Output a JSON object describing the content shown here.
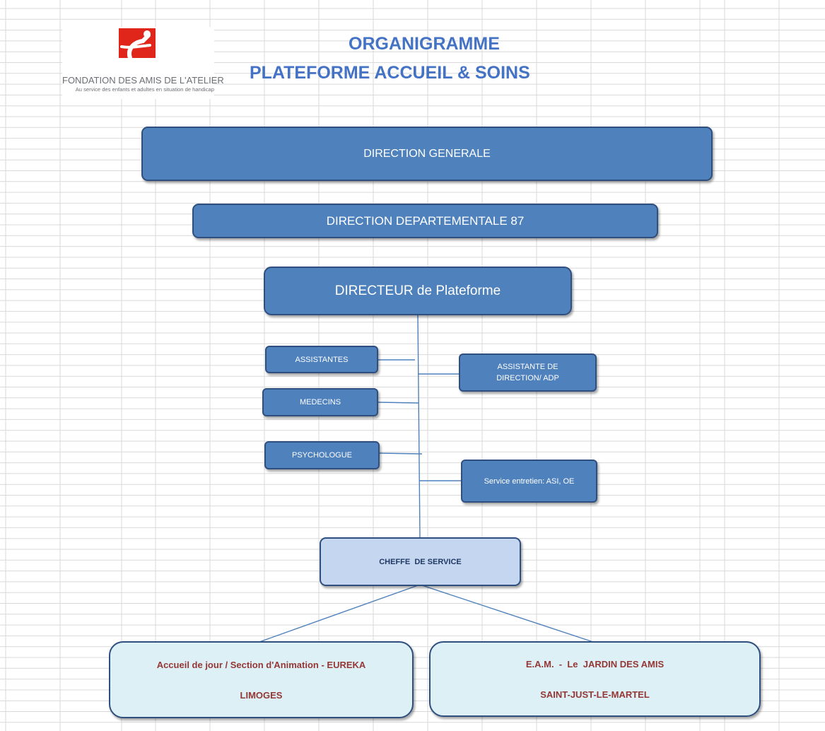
{
  "logo": {
    "org_name": "FONDATION DES AMIS DE L'ATELIER",
    "tagline": "Au service des enfants et adultes en situation de handicap",
    "colors": {
      "red": "#e0251b",
      "figure": "#ffffff",
      "text": "#6b6f74"
    }
  },
  "header": {
    "title_line1": "ORGANIGRAMME",
    "title_line2": "PLATEFORME ACCUEIL & SOINS"
  },
  "colors": {
    "title": "#4472c4",
    "box_fill": "#4f81bd",
    "box_border": "#2f4f7f",
    "light_box_fill": "#c5d7f0",
    "pale_box_fill": "#dcf0f6",
    "pale_box_text": "#953735",
    "connector": "#4f81bd",
    "gridline": "#d9d9d9"
  },
  "orgchart": {
    "direction_generale": "DIRECTION GENERALE",
    "direction_departementale": "DIRECTION DEPARTEMENTALE 87",
    "directeur": "DIRECTEUR de Plateforme",
    "assistantes": "ASSISTANTES",
    "medecins": "MEDECINS",
    "psychologue": "PSYCHOLOGUE",
    "assistante_direction": "ASSISTANTE DE DIRECTION/ ADP",
    "service_entretien": "Service entretien: ASI, OE",
    "cheffe_service": "CHEFFE  DE SERVICE",
    "accueil_jour": {
      "line1": "Accueil de jour / Section d'Animation - EUREKA",
      "line2": "LIMOGES"
    },
    "eam": {
      "line1": "E.A.M.  -  Le  JARDIN DES AMIS",
      "line2": "SAINT-JUST-LE-MARTEL"
    }
  }
}
